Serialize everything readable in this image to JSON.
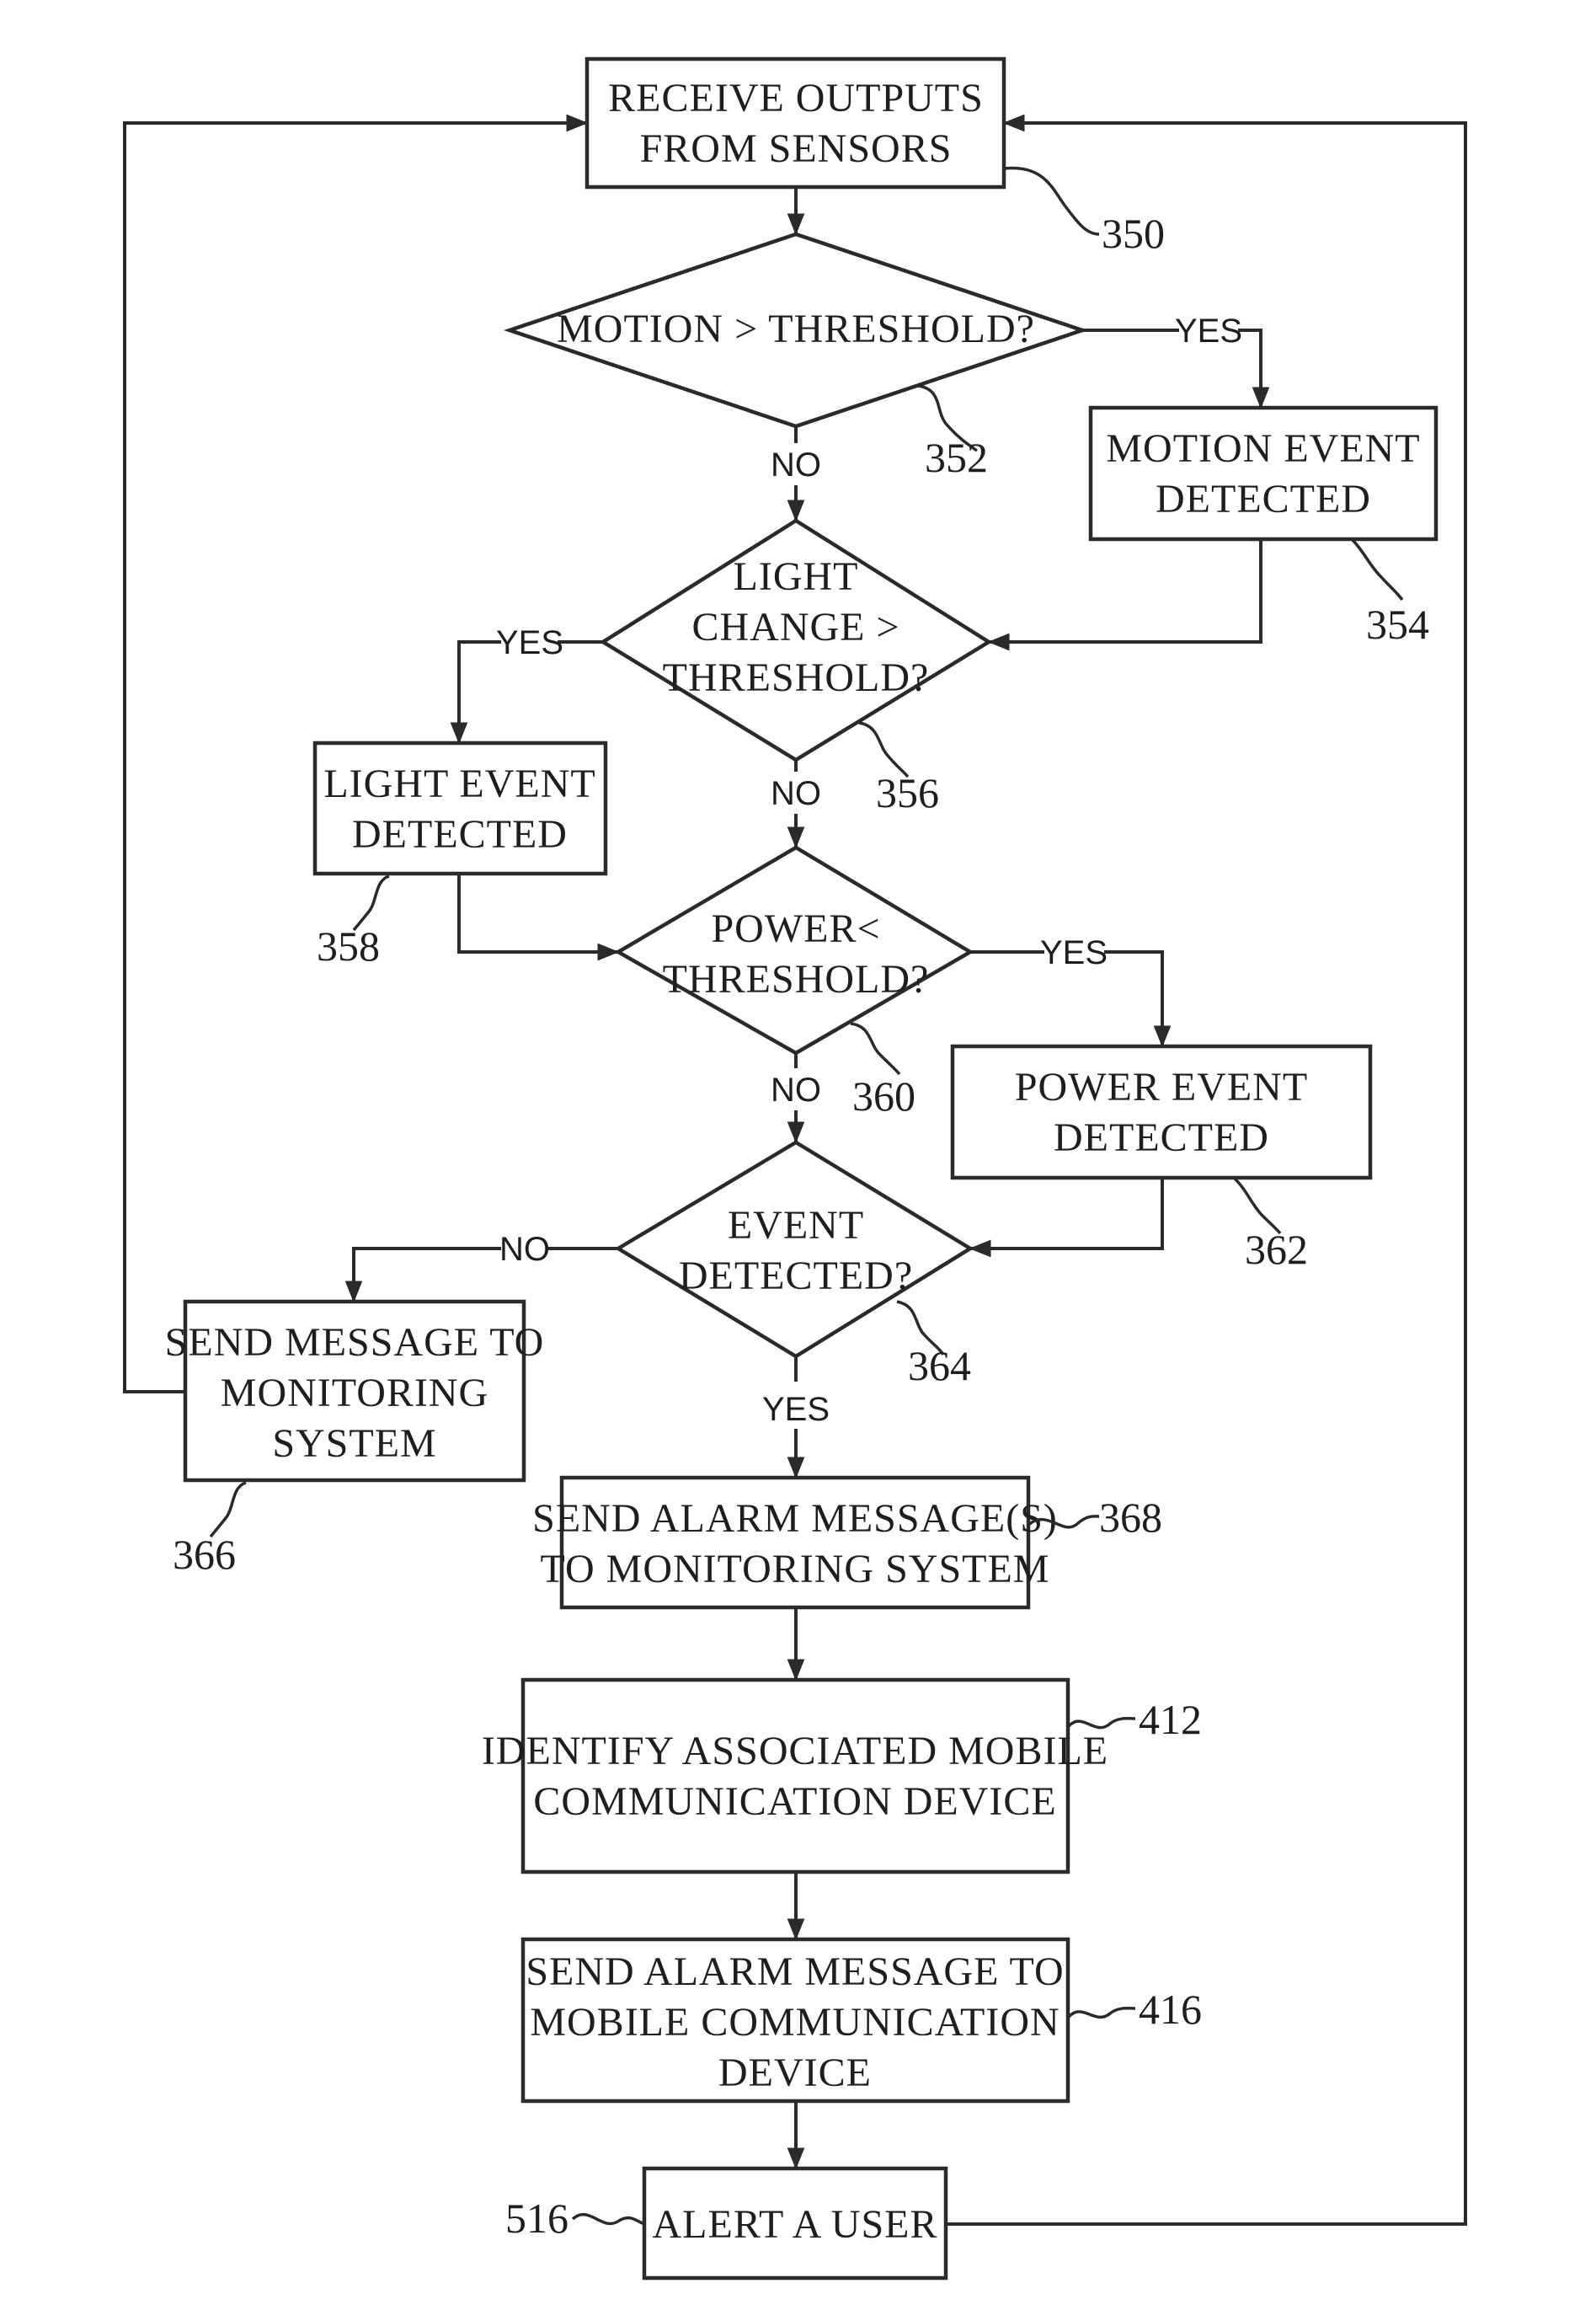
{
  "nodes": {
    "n350": {
      "ref": "350",
      "lines": [
        "RECEIVE OUTPUTS",
        "FROM SENSORS"
      ]
    },
    "n352": {
      "ref": "352",
      "lines": [
        "MOTION > THRESHOLD?"
      ]
    },
    "n354": {
      "ref": "354",
      "lines": [
        "MOTION EVENT",
        "DETECTED"
      ]
    },
    "n356": {
      "ref": "356",
      "lines": [
        "LIGHT",
        "CHANGE >",
        "THRESHOLD?"
      ]
    },
    "n358": {
      "ref": "358",
      "lines": [
        "LIGHT EVENT",
        "DETECTED"
      ]
    },
    "n360": {
      "ref": "360",
      "lines": [
        "POWER<",
        "THRESHOLD?"
      ]
    },
    "n362": {
      "ref": "362",
      "lines": [
        "POWER EVENT",
        "DETECTED"
      ]
    },
    "n364": {
      "ref": "364",
      "lines": [
        "EVENT",
        "DETECTED?"
      ]
    },
    "n366": {
      "ref": "366",
      "lines": [
        "SEND MESSAGE TO",
        "MONITORING",
        "SYSTEM"
      ]
    },
    "n368": {
      "ref": "368",
      "lines": [
        "SEND ALARM MESSAGE(S)",
        "TO MONITORING SYSTEM"
      ]
    },
    "n412": {
      "ref": "412",
      "lines": [
        "IDENTIFY ASSOCIATED MOBILE",
        "COMMUNICATION DEVICE"
      ]
    },
    "n416": {
      "ref": "416",
      "lines": [
        "SEND ALARM MESSAGE TO",
        "MOBILE COMMUNICATION",
        "DEVICE"
      ]
    },
    "n516": {
      "ref": "516",
      "lines": [
        "ALERT A USER"
      ]
    }
  },
  "branch_labels": {
    "yes": "YES",
    "no": "NO"
  }
}
